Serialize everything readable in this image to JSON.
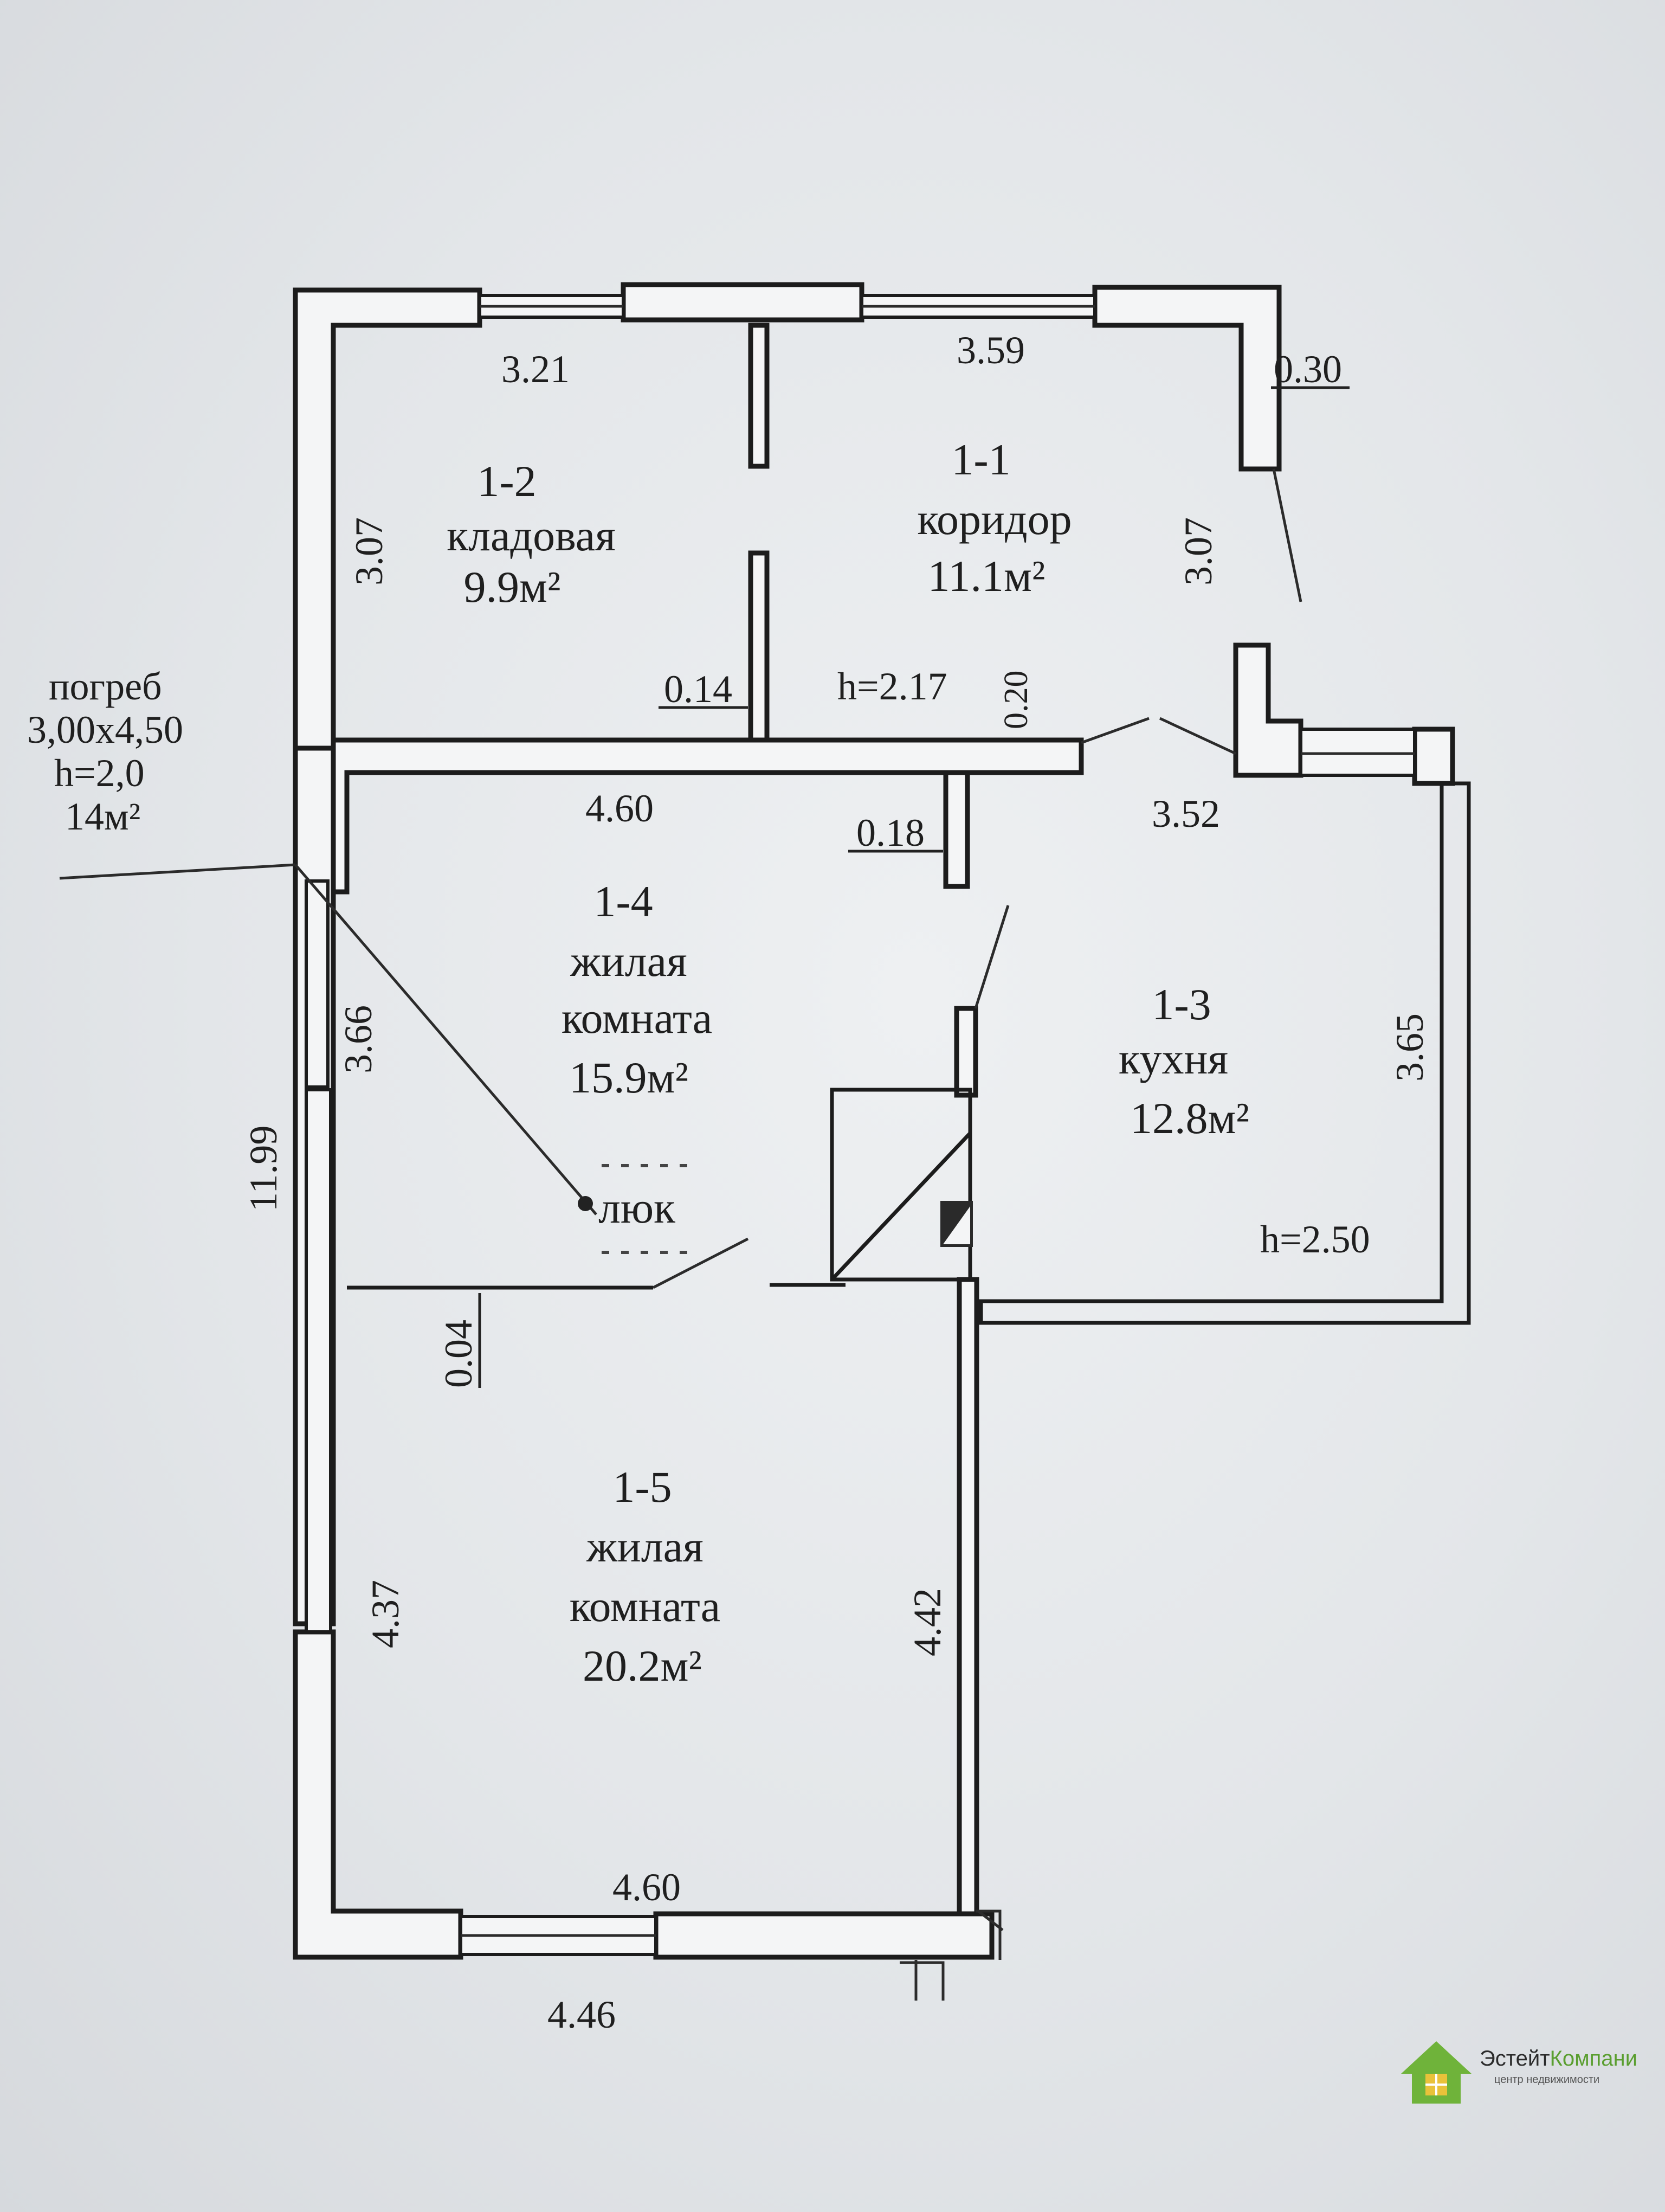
{
  "rooms": {
    "r12": {
      "id": "1-2",
      "name": "кладовая",
      "area": "9.9м²"
    },
    "r11": {
      "id": "1-1",
      "name": "коридор",
      "area": "11.1м²"
    },
    "r14": {
      "id": "1-4",
      "name_line1": "жилая",
      "name_line2": "комната",
      "area": "15.9м²"
    },
    "r13": {
      "id": "1-3",
      "name": "кухня",
      "area": "12.8м²"
    },
    "r15": {
      "id": "1-5",
      "name_line1": "жилая",
      "name_line2": "комната",
      "area": "20.2м²"
    }
  },
  "cellar": {
    "line1": "погреб",
    "line2": "3,00x4,50",
    "line3": "h=2,0",
    "line4": "14м²"
  },
  "hatch_label": "люк",
  "dimensions": {
    "d321": "3.21",
    "d359": "3.59",
    "d030": "0.30",
    "d307_left": "3.07",
    "d307_right": "3.07",
    "d014": "0.14",
    "h217": "h=2.17",
    "d020": "0.20",
    "d460_top": "4.60",
    "d018": "0.18",
    "d352": "3.52",
    "d366": "3.66",
    "d365": "3.65",
    "d1199": "11.99",
    "h250": "h=2.50",
    "d004": "0.04",
    "d437": "4.37",
    "d442": "4.42",
    "d460_bottom": "4.60",
    "d446": "4.46"
  },
  "logo": {
    "brand_a": "Эстейт",
    "brand_b": "Компани",
    "tagline": "центр недвижимости"
  },
  "colors": {
    "paper": "#e3e6e9",
    "ink": "#1c1c1c",
    "brand_green": "#5a9e2f"
  }
}
